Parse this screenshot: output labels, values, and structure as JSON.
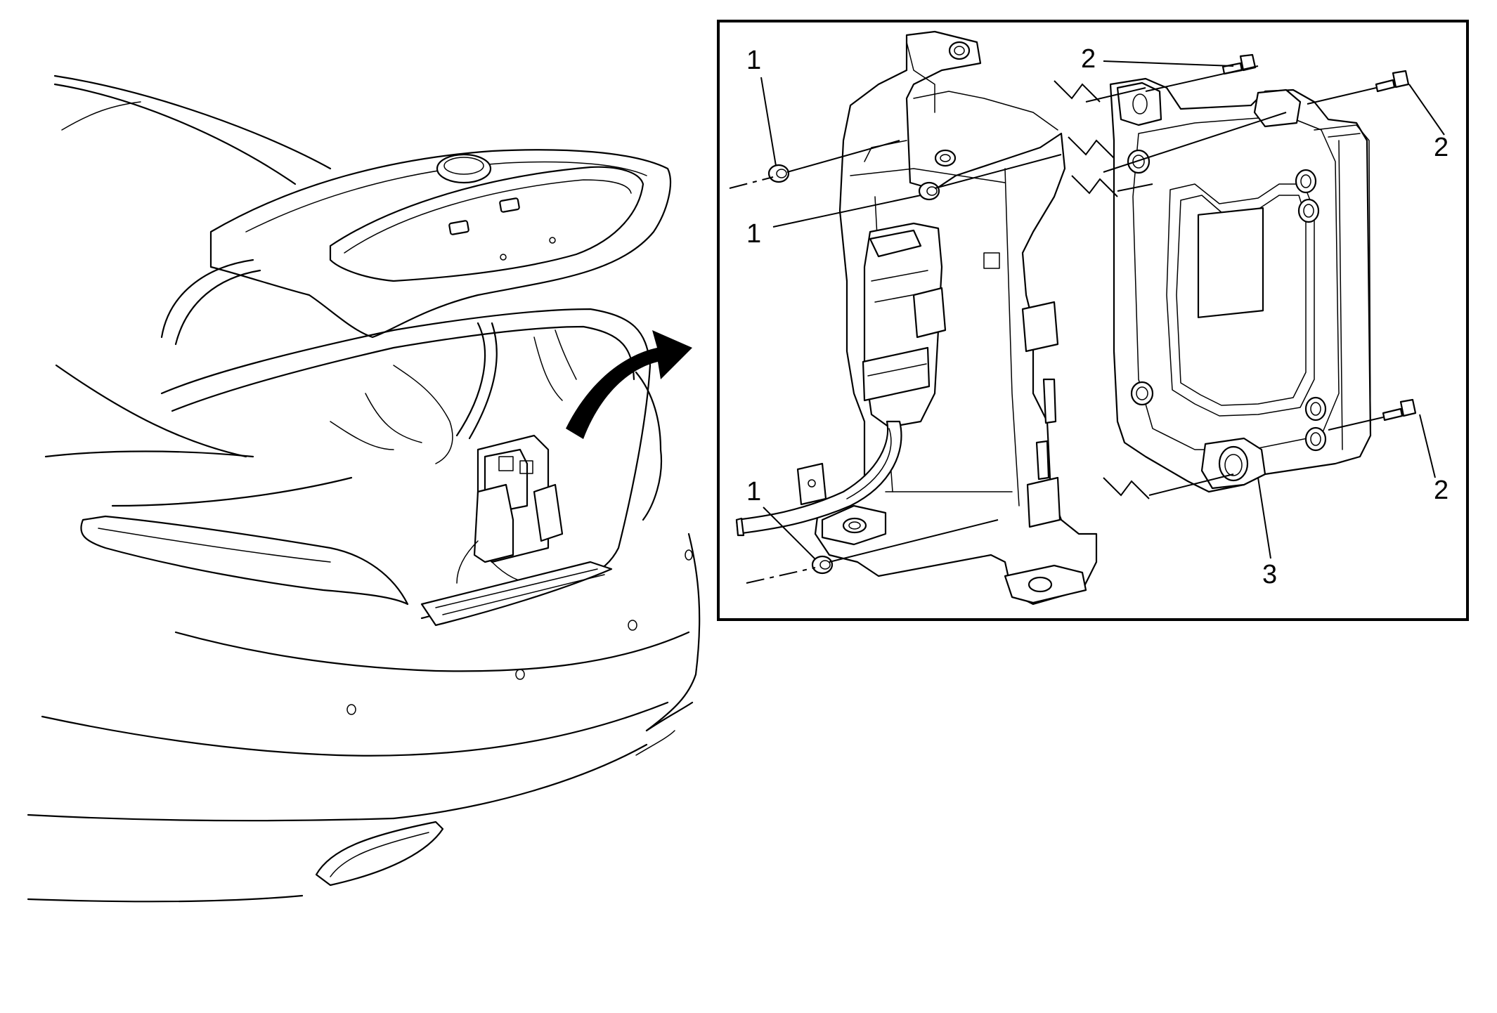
{
  "diagram": {
    "callouts": [
      {
        "id": "c1a",
        "label": "1"
      },
      {
        "id": "c1b",
        "label": "1"
      },
      {
        "id": "c1c",
        "label": "1"
      },
      {
        "id": "c2a",
        "label": "2"
      },
      {
        "id": "c2b",
        "label": "2"
      },
      {
        "id": "c2c",
        "label": "2"
      },
      {
        "id": "c3",
        "label": "3"
      }
    ]
  }
}
